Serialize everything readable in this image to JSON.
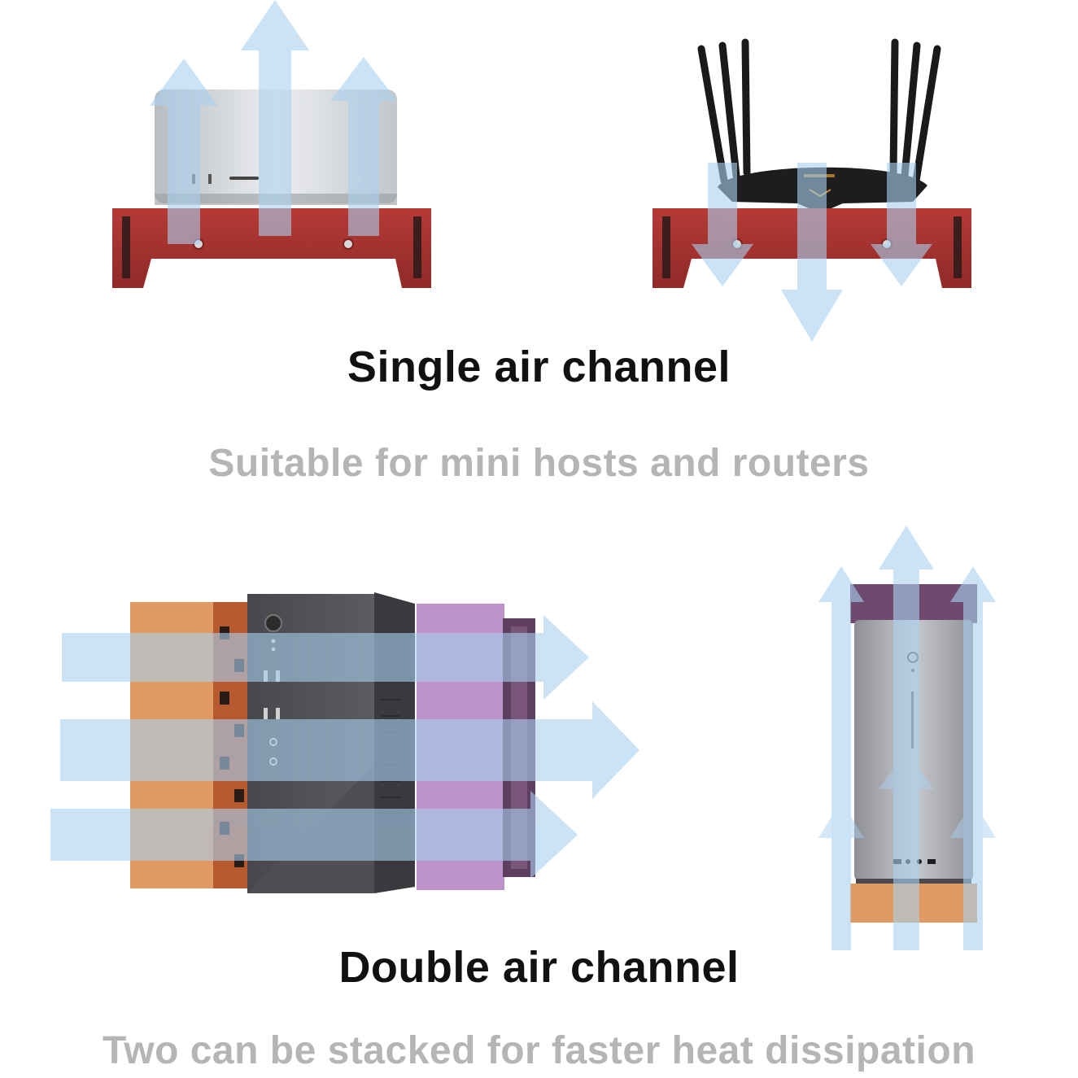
{
  "single": {
    "heading": "Single air channel",
    "subheading": "Suitable for mini hosts and routers"
  },
  "double": {
    "heading": "Double air channel",
    "subheading": "Two can be stacked for faster heat dissipation"
  },
  "colors": {
    "heading": "#111111",
    "subheading": "#b5b5b5",
    "stand_red": "#a83232",
    "stand_orange": "#e0955e",
    "stand_purple": "#b890c8",
    "stand_plum": "#6e4a6e",
    "airflow": "#a9d1f0"
  },
  "icons": [
    "airflow-arrow-icon"
  ]
}
